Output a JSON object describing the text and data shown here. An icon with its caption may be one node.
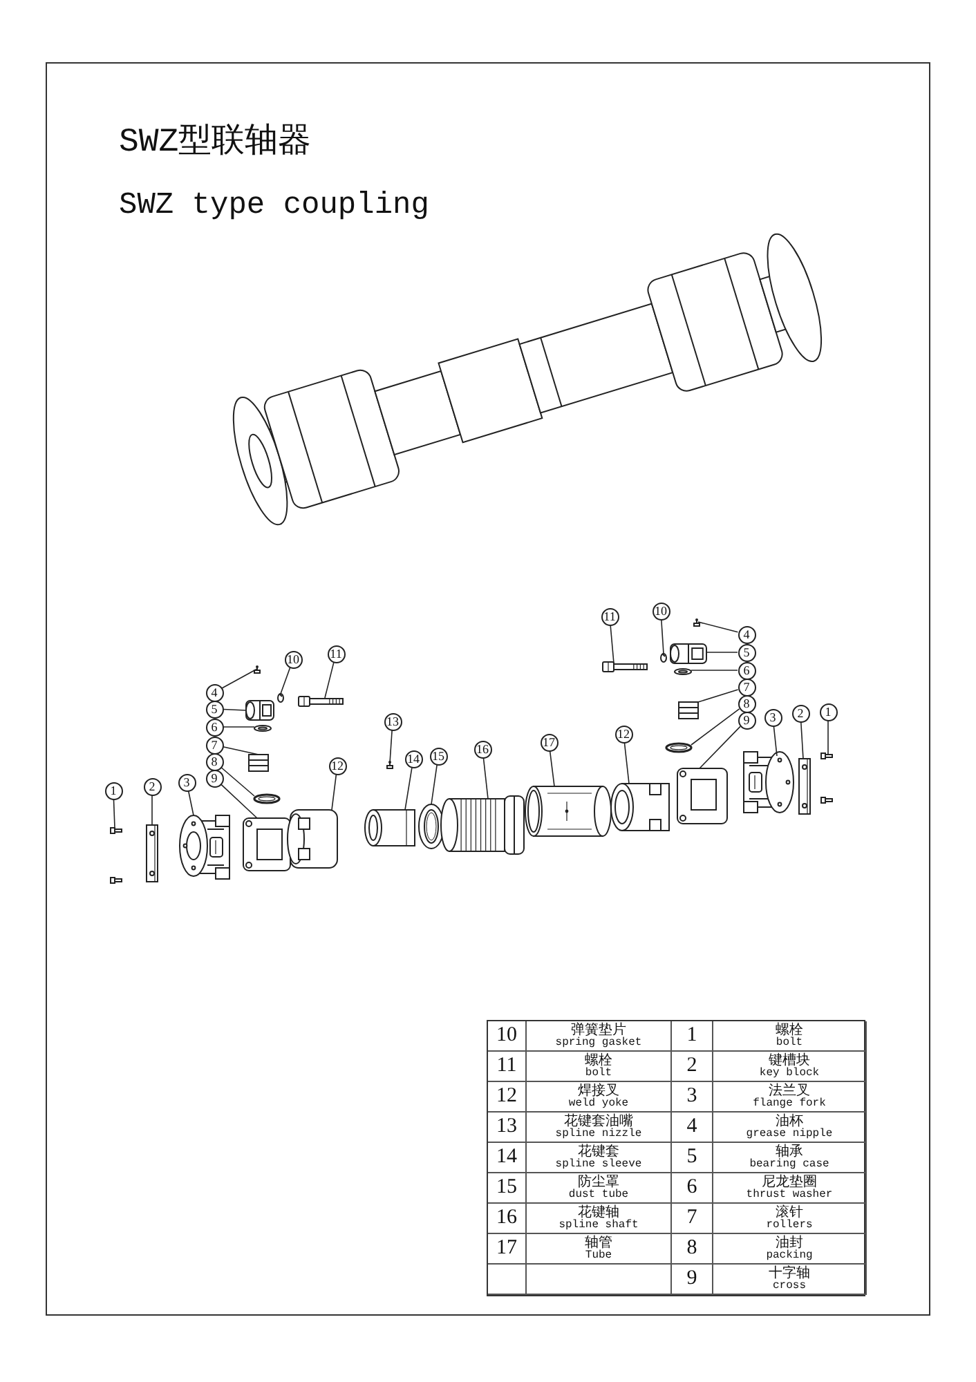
{
  "diagram": {
    "title": "SWZ型联轴器",
    "nodes": [
      {
        "text": [
          "1"
        ]
      },
      {
        "text": [
          "2"
        ]
      },
      {
        "text": [
          "3"
        ]
      },
      {
        "text": [
          "4"
        ]
      },
      {
        "text": [
          "5"
        ]
      },
      {
        "text": [
          "6"
        ]
      },
      {
        "text": [
          "7"
        ]
      },
      {
        "text": [
          "8"
        ]
      },
      {
        "text": [
          "9"
        ]
      },
      {
        "text": [
          "10"
        ]
      },
      {
        "text": [
          "11"
        ]
      },
      {
        "text": [
          "12"
        ]
      },
      {
        "text": [
          "13"
        ]
      },
      {
        "text": [
          "14"
        ]
      },
      {
        "text": [
          "15"
        ]
      },
      {
        "text": [
          "16"
        ]
      },
      {
        "text": [
          "17"
        ]
      },
      {
        "text": [
          "12"
        ]
      },
      {
        "text": [
          "11"
        ]
      },
      {
        "text": [
          "10"
        ]
      },
      {
        "text": [
          "4"
        ]
      },
      {
        "text": [
          "5"
        ]
      },
      {
        "text": [
          "6"
        ]
      },
      {
        "text": [
          "7"
        ]
      },
      {
        "text": [
          "8"
        ]
      },
      {
        "text": [
          "9"
        ]
      },
      {
        "text": [
          "3"
        ]
      },
      {
        "text": [
          "2"
        ]
      },
      {
        "text": [
          "1"
        ]
      },
      {
        "text": [],
        "shape": "picture"
      },
      {
        "text": [],
        "shape": "picture"
      },
      {
        "text": [],
        "shape": "picture"
      },
      {
        "text": [],
        "shape": "picture"
      },
      {
        "text": [],
        "shape": "picture"
      },
      {
        "text": [],
        "shape": "picture"
      },
      {
        "text": [],
        "shape": "picture"
      },
      {
        "text": [],
        "shape": "picture"
      },
      {
        "text": [],
        "shape": "picture"
      },
      {
        "text": [],
        "shape": "picture"
      },
      {
        "text": [],
        "shape": "picture"
      },
      {
        "text": [],
        "shape": "picture"
      },
      {
        "text": [],
        "shape": "picture"
      },
      {
        "text": [],
        "shape": "picture"
      },
      {
        "text": [],
        "shape": "picture"
      },
      {
        "text": [],
        "shape": "picture"
      },
      {
        "text": [],
        "shape": "picture"
      },
      {
        "text": [],
        "shape": "picture"
      },
      {
        "text": [],
        "shape": "picture"
      },
      {
        "text": [],
        "shape": "picture"
      },
      {
        "text": [],
        "shape": "picture"
      },
      {
        "text": [],
        "shape": "picture"
      },
      {
        "text": [],
        "shape": "picture"
      },
      {
        "text": [],
        "shape": "picture"
      },
      {
        "text": [],
        "shape": "picture"
      },
      {
        "text": [],
        "shape": "picture"
      },
      {
        "text": [],
        "shape": "picture"
      },
      {
        "text": [],
        "shape": "picture"
      },
      {
        "text": [],
        "shape": "picture"
      }
    ],
    "edges": [
      {
        "from": 0,
        "to": 29,
        "arrow": "none"
      },
      {
        "from": 1,
        "to": 30,
        "arrow": "none"
      },
      {
        "from": 2,
        "to": 31,
        "arrow": "none"
      },
      {
        "from": 3,
        "to": 32,
        "arrow": "none"
      },
      {
        "from": 4,
        "to": 33,
        "arrow": "none"
      },
      {
        "from": 5,
        "to": 34,
        "arrow": "none"
      },
      {
        "from": 6,
        "to": 35,
        "arrow": "none"
      },
      {
        "from": 7,
        "to": 36,
        "arrow": "none"
      },
      {
        "from": 8,
        "to": 37,
        "arrow": "none"
      },
      {
        "from": 9,
        "to": 38,
        "arrow": "none"
      },
      {
        "from": 10,
        "to": 39,
        "arrow": "none"
      },
      {
        "from": 11,
        "to": 40,
        "arrow": "none"
      },
      {
        "from": 12,
        "to": 41,
        "arrow": "none"
      },
      {
        "from": 13,
        "to": 42,
        "arrow": "none"
      },
      {
        "from": 14,
        "to": 43,
        "arrow": "none"
      },
      {
        "from": 15,
        "to": 44,
        "arrow": "none"
      },
      {
        "from": 16,
        "to": 45,
        "arrow": "none"
      },
      {
        "from": 17,
        "to": 46,
        "arrow": "none"
      },
      {
        "from": 18,
        "to": 47,
        "arrow": "none"
      },
      {
        "from": 19,
        "to": 48,
        "arrow": "none"
      },
      {
        "from": 20,
        "to": 49,
        "arrow": "none"
      },
      {
        "from": 21,
        "to": 50,
        "arrow": "none"
      },
      {
        "from": 22,
        "to": 51,
        "arrow": "none"
      },
      {
        "from": 23,
        "to": 52,
        "arrow": "none"
      },
      {
        "from": 24,
        "to": 53,
        "arrow": "none"
      },
      {
        "from": 25,
        "to": 54,
        "arrow": "none"
      },
      {
        "from": 26,
        "to": 55,
        "arrow": "none"
      },
      {
        "from": 27,
        "to": 56,
        "arrow": "none"
      },
      {
        "from": 28,
        "to": 57,
        "arrow": "none"
      }
    ],
    "labels": [
      "SWZ type coupling",
      "10",
      "弹簧垫片",
      "spring gasket",
      "1",
      "螺栓",
      "bolt",
      "11",
      "螺栓",
      "bolt",
      "2",
      "键槽块",
      "key block",
      "12",
      "焊接叉",
      "weld yoke",
      "3",
      "法兰叉",
      "flange fork",
      "13",
      "花键套油嘴",
      "spline nizzle",
      "4",
      "油杯",
      "grease nipple",
      "14",
      "花键套",
      "spline sleeve",
      "5",
      "轴承",
      "bearing case",
      "15",
      "防尘罩",
      "dust tube",
      "6",
      "尼龙垫圈",
      "thrust washer",
      "16",
      "花键轴",
      "spline shaft",
      "7",
      "滚针",
      "rollers",
      "17",
      "轴管",
      "Tube",
      "8",
      "油封",
      "packing",
      "9",
      "十字轴",
      "cross"
    ]
  }
}
